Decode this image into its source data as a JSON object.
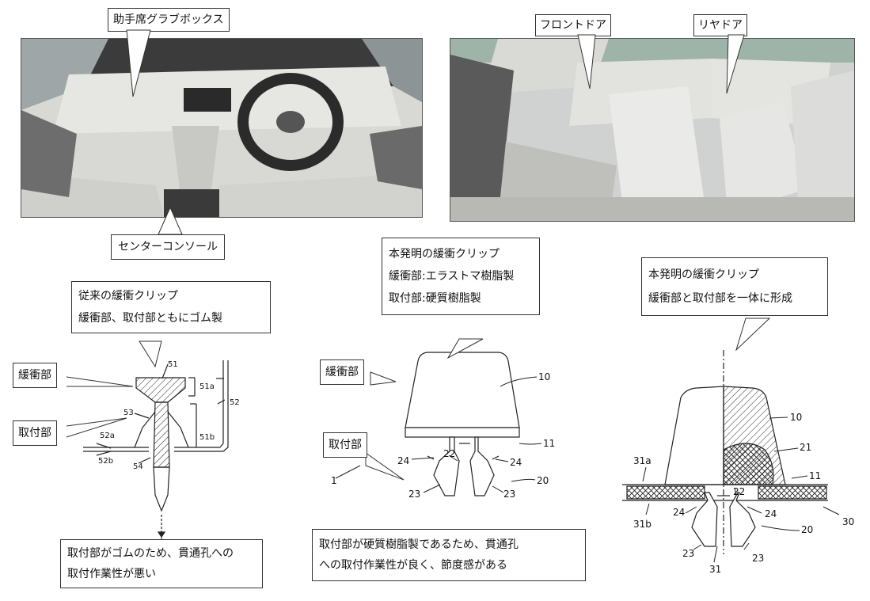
{
  "photos": {
    "dash_label": "助手席グラブボックス",
    "console_label": "センターコンソール",
    "front_door_label": "フロントドア",
    "rear_door_label": "リヤドア"
  },
  "conventional": {
    "title": "従来の緩衝クリップ",
    "subtitle": "緩衝部、取付部ともにゴム製",
    "cushion_label": "緩衝部",
    "mount_label": "取付部",
    "note_line1": "取付部がゴムのため、貫通孔への",
    "note_line2": "取付作業性が悪い",
    "refs": {
      "r51": "51",
      "r51a": "51a",
      "r51b": "51b",
      "r52": "52",
      "r52a": "52a",
      "r52b": "52b",
      "r53": "53",
      "r54": "54"
    }
  },
  "invention1": {
    "title": "本発明の緩衝クリップ",
    "line2": "緩衝部:エラストマ樹脂製",
    "line3": "取付部:硬質樹脂製",
    "cushion_label": "緩衝部",
    "mount_label": "取付部",
    "note_line1": "取付部が硬質樹脂製であるため、貫通孔",
    "note_line2": "への取付作業性が良く、節度感がある",
    "refs": {
      "r10": "10",
      "r11": "11",
      "r1": "1",
      "r20": "20",
      "r22": "22",
      "r23a": "23",
      "r23b": "23",
      "r24a": "24",
      "r24b": "24"
    }
  },
  "invention2": {
    "title": "本発明の緩衝クリップ",
    "line2": "緩衝部と取付部を一体に形成",
    "refs": {
      "r10": "10",
      "r11": "11",
      "r20": "20",
      "r21": "21",
      "r22": "22",
      "r23a": "23",
      "r23b": "23",
      "r24a": "24",
      "r24b": "24",
      "r30": "30",
      "r31": "31",
      "r31a": "31a",
      "r31b": "31b"
    }
  }
}
